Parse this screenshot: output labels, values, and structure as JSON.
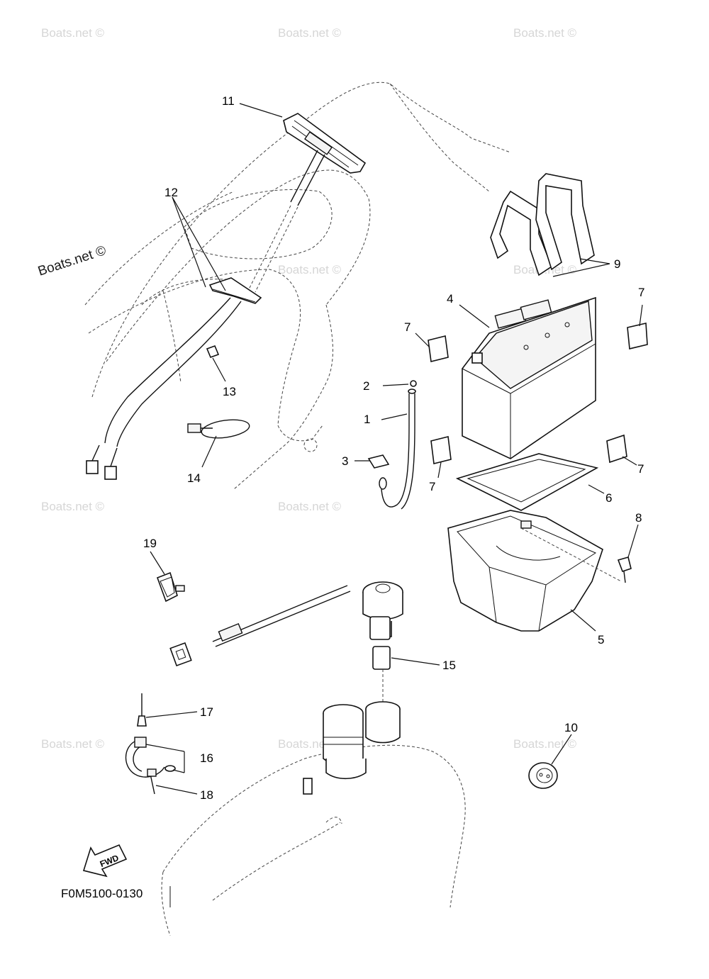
{
  "watermarks": {
    "text": "Boats.net ©",
    "prominent": "Boats.net ©"
  },
  "diagram": {
    "drawing_code": "F0M5100-0130",
    "direction_label": "FWD",
    "callouts": [
      "1",
      "2",
      "3",
      "4",
      "5",
      "6",
      "7",
      "8",
      "9",
      "10",
      "11",
      "12",
      "13",
      "14",
      "15",
      "16",
      "17",
      "18",
      "19"
    ],
    "callout_7_count": 4
  },
  "colors": {
    "line": "#111111",
    "watermark": "#d6d6d6",
    "background": "#ffffff"
  }
}
